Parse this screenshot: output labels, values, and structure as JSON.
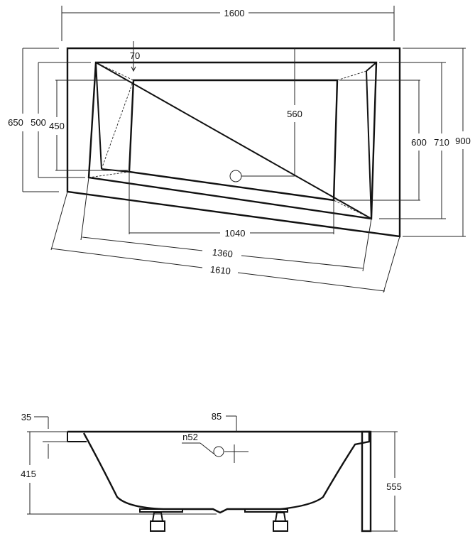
{
  "top_view": {
    "dimensions": {
      "overall_width": "1600",
      "rim_70": "70",
      "left_650": "650",
      "left_500": "500",
      "left_450": "450",
      "center_560": "560",
      "right_600": "600",
      "right_710": "710",
      "right_900": "900",
      "bottom_1040": "1040",
      "bottom_1360": "1360",
      "bottom_1610": "1610"
    }
  },
  "side_view": {
    "dimensions": {
      "rim_35": "35",
      "top_85": "85",
      "drain_n52": "n52",
      "depth_415": "415",
      "height_555": "555"
    }
  }
}
